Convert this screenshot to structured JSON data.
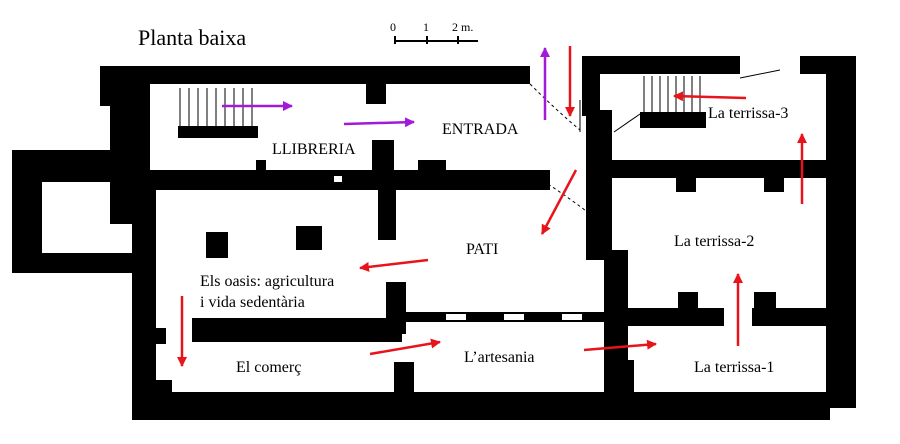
{
  "title": "Planta baixa",
  "scale": {
    "ticks": [
      "0",
      "1",
      "2 m."
    ]
  },
  "rooms": {
    "llibreria": "LLIBRERIA",
    "entrada": "ENTRADA",
    "pati": "PATI",
    "oasis_line1": "Els oasis: agricultura",
    "oasis_line2": "i vida sedentària",
    "comerc": "El comerç",
    "artesania": "L’artesania",
    "terrissa1": "La terrissa-1",
    "terrissa2": "La terrissa-2",
    "terrissa3": "La terrissa-3"
  },
  "colors": {
    "wall": "#000000",
    "route_arrow": "#e8141b",
    "entry_arrow": "#a21ad6"
  },
  "icons": {
    "route": "arrow-icon",
    "stairs": "stairs-icon"
  }
}
